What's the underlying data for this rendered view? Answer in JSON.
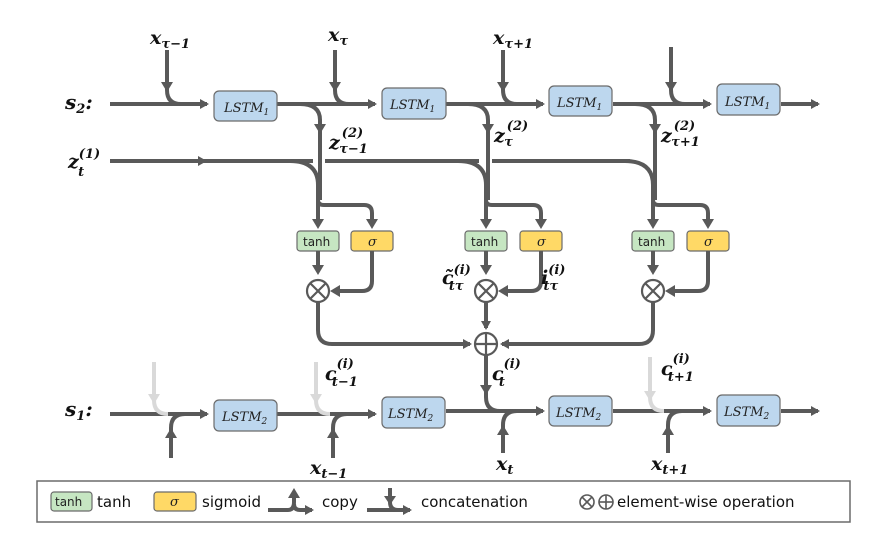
{
  "diagram": {
    "title": "Hierarchical LSTM with cross-sequence element-wise cell fusion",
    "colors": {
      "wire": "#595959",
      "wire_faint": "#d9d9d9",
      "lstm_fill": "#bdd7ee",
      "tanh_fill": "#c6e6c2",
      "sigmoid_fill": "#ffd966"
    },
    "rows": {
      "s2": {
        "label": "s",
        "label_sub": "2",
        "label_suffix": ":",
        "cell_name": "LSTM",
        "cell_sub": "1",
        "inputs": [
          {
            "base": "x",
            "sub": "τ−1"
          },
          {
            "base": "x",
            "sub": "τ"
          },
          {
            "base": "x",
            "sub": "τ+1"
          },
          {
            "base": "",
            "sub": ""
          }
        ],
        "outputs": [
          {
            "base": "z",
            "sup": "(2)",
            "sub": "τ−1"
          },
          {
            "base": "z",
            "sup": "(2)",
            "sub": "τ"
          },
          {
            "base": "z",
            "sup": "(2)",
            "sub": "τ+1"
          }
        ]
      },
      "z1": {
        "base": "z",
        "sup": "(1)",
        "sub": "t"
      },
      "s1": {
        "label": "s",
        "label_sub": "1",
        "label_suffix": ":",
        "cell_name": "LSTM",
        "cell_sub": "2",
        "inputs": [
          {
            "base": "",
            "sub": ""
          },
          {
            "base": "x",
            "sub": "t−1"
          },
          {
            "base": "x",
            "sub": "t"
          },
          {
            "base": "x",
            "sub": "t+1"
          }
        ],
        "cell_states": [
          {
            "base": "c",
            "sup": "(i)",
            "sub": "t−1"
          },
          {
            "base": "c",
            "sup": "(i)",
            "sub": "t"
          },
          {
            "base": "c",
            "sup": "(i)",
            "sub": "t+1"
          }
        ]
      }
    },
    "gates": {
      "tanh_label": "tanh",
      "sigmoid_label": "σ",
      "candidate": {
        "base": "c̃",
        "sup": "(i)",
        "sub": "tτ"
      },
      "input_gate": {
        "base": "i",
        "sup": "(i)",
        "sub": "tτ"
      },
      "multiply_symbol": "⊗",
      "add_symbol": "⊕"
    }
  },
  "legend": {
    "items": [
      {
        "swatch": "tanh",
        "label": "tanh"
      },
      {
        "swatch": "σ",
        "label": "sigmoid"
      },
      {
        "icon": "copy-arrow-icon",
        "label": "copy"
      },
      {
        "icon": "concatenation-arrow-icon",
        "label": "concatenation"
      },
      {
        "icon": "element-wise-ops-icon",
        "label": "element-wise operation"
      }
    ]
  }
}
